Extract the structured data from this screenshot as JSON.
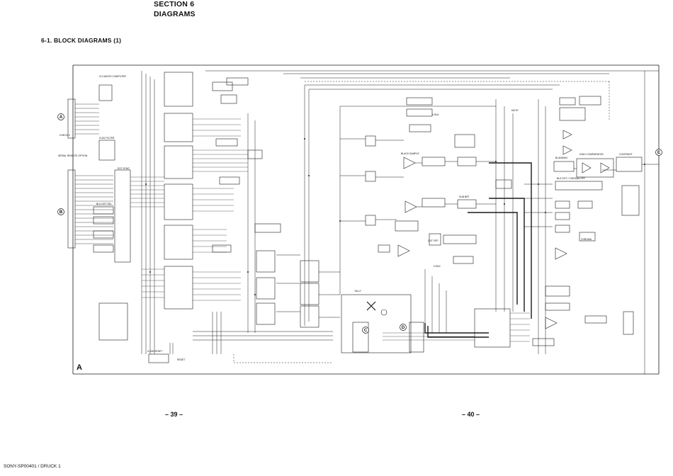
{
  "header": {
    "section": "SECTION 6",
    "title": "DIAGRAMS",
    "subtitle": "6-1.  BLOCK DIAGRAMS (1)"
  },
  "pages": {
    "left": "– 39 –",
    "right": "– 40 –"
  },
  "footer": "SONY-SP00401 / DRUCK 1",
  "corner_label": "A",
  "connectors": [
    {
      "letter": "A"
    },
    {
      "letter": "B"
    },
    {
      "letter": "C"
    },
    {
      "letter": "D"
    },
    {
      "letter": "E"
    }
  ],
  "labels": [
    {
      "text": "IC1 MICRO COMPUTER"
    },
    {
      "text": "IC102 FILTER"
    },
    {
      "text": "SERIAL REMOTE OPTION"
    },
    {
      "text": "EXT SYNC"
    },
    {
      "text": "CHECK V"
    },
    {
      "text": "BLK DOT SEL"
    },
    {
      "text": "TALLY"
    },
    {
      "text": "RESET"
    },
    {
      "text": "MUTE"
    },
    {
      "text": "V BLK"
    },
    {
      "text": "H BLK"
    },
    {
      "text": "BLACK SAMPLE"
    },
    {
      "text": "SUB BRT"
    },
    {
      "text": "CONTRAST"
    },
    {
      "text": "BLANKING"
    },
    {
      "text": "CUT OFF"
    },
    {
      "text": "CHROMA"
    },
    {
      "text": "IC108 RESET"
    },
    {
      "text": "IC501 COMPARATOR"
    },
    {
      "text": "BLK DOT / CHROMA OFF"
    }
  ]
}
